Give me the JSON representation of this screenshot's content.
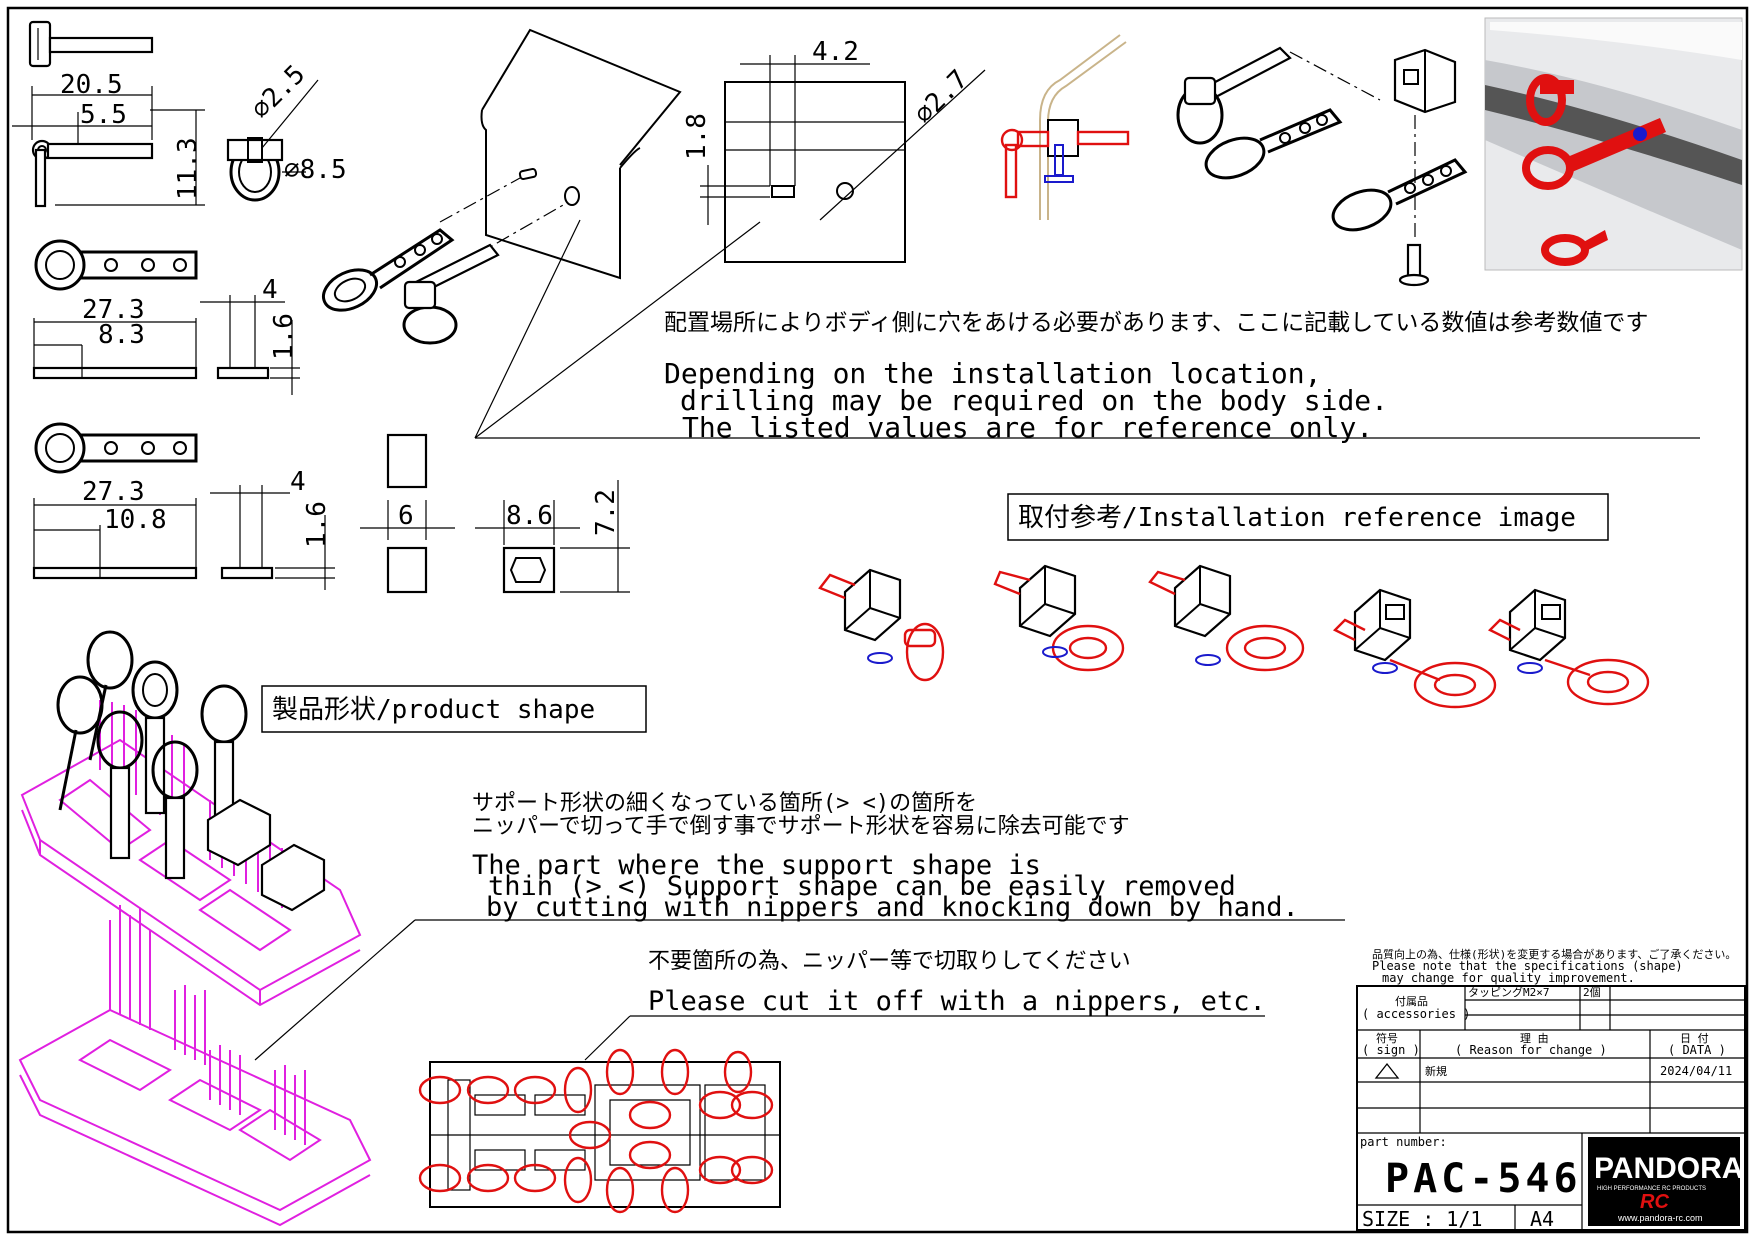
{
  "dims": {
    "bolt_len": "20.5",
    "bolt_offset": "5.5",
    "bolt_height": "11.3",
    "shackle_pin": "⌀2.5",
    "shackle_ring": "⌀8.5",
    "plate1_len": "27.3",
    "plate1_hole": "8.3",
    "plate1_w": "4",
    "plate1_t": "1.6",
    "plate2_len": "27.3",
    "plate2_hole": "10.8",
    "plate2_w": "4",
    "plate2_t": "1.6",
    "block_w": "6",
    "block_d": "8.6",
    "block_h": "7.2",
    "hole_spacing": "4.2",
    "hole_height": "1.8",
    "hole_dia": "⌀2.7"
  },
  "notes": {
    "drill_jp": "配置場所によりボディ側に穴をあける必要があります、ここに記載している数値は参考数値です",
    "drill_en_1": "Depending on the installation location,",
    "drill_en_2": "drilling may be required on the body side.",
    "drill_en_3": "The listed values are for reference only.",
    "install_label": "取付参考/Installation reference image",
    "product_label": "製品形状/product shape",
    "support_jp_1": "サポート形状の細くなっている箇所(> <)の箇所を",
    "support_jp_2": "ニッパーで切って手で倒す事でサポート形状を容易に除去可能です",
    "support_en_1": "The part where the support shape is",
    "support_en_2": "thin (> <) Support shape can be easily removed",
    "support_en_3": "by cutting with nippers and knocking down by hand.",
    "cut_jp": "不要箇所の為、ニッパー等で切取りしてください",
    "cut_en": "Please cut it off with a nippers, etc."
  },
  "title_block": {
    "notice_jp": "品質向上の為、仕様(形状)を変更する場合があります、ご了承ください。",
    "notice_en_1": "Please note that the specifications (shape)",
    "notice_en_2": "may change for quality improvement.",
    "acc_label_jp": "付属品",
    "acc_label_en": "( accessories )",
    "acc_item": "タッピングM2×7",
    "acc_qty": "2個",
    "sign_jp": "符号",
    "sign_en": "( sign )",
    "reason_jp": "理 由",
    "reason_en": "( Reason for change )",
    "date_jp": "日 付",
    "date_en": "( DATA )",
    "row_reason": "新規",
    "row_date": "2024/04/11",
    "part_number_label": "part number:",
    "part_number": "PAC-546",
    "size_label": "SIZE : 1/1",
    "paper": "A4",
    "logo_main": "PANDORA",
    "logo_sub": "RC",
    "logo_tag": "HIGH PERFORMANCE RC PRODUCTS",
    "logo_url": "www.pandora-rc.com"
  },
  "colors": {
    "part_red": "#e01010",
    "support_magenta": "#e020e0",
    "screw_blue": "#1a1acc",
    "body_tan": "#c9b48a"
  }
}
